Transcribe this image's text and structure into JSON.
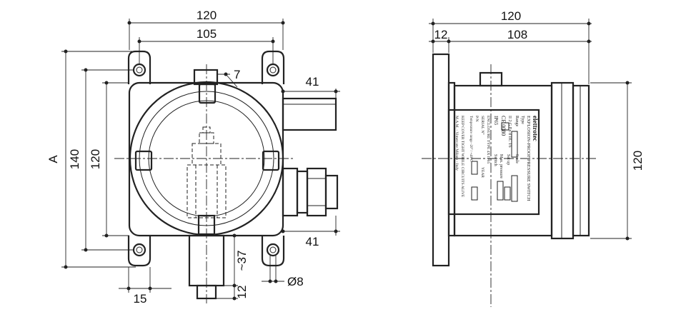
{
  "front_view": {
    "dim_overall_width": "120",
    "dim_hole_spacing": "105",
    "dim_height_label": "A",
    "dim_height_outer": "140",
    "dim_height_inner": "120",
    "dim_flange_offset": "7",
    "dim_top_gland_length": "41",
    "dim_bottom_gland_length": "41",
    "dim_stem_length": "~37",
    "dim_stem_end": "12",
    "dim_hole_diameter": "Ø8",
    "dim_foot_width": "15"
  },
  "side_view": {
    "dim_overall_width": "120",
    "dim_flange_thickness": "12",
    "dim_body_depth": "108",
    "dim_height": "120"
  },
  "nameplate": {
    "brand": "elettrotec",
    "title_line1": "EXPLOSION-PROOF PRESSURE SWITCH",
    "label_type": "Type",
    "label_range": "Range",
    "label_scale": "Scale",
    "label_set": "Set up",
    "label_max_pressure": "Max. pressure",
    "label_switch": "Switch",
    "label_enclosure": "ENCLOSURE TYPE 4X IP65",
    "label_serial": "SERIAL N°",
    "label_year": "YEAR",
    "label_pn": "P/N",
    "label_temp": "Temperature range -20° / +40°C",
    "cert": "II 2 G Ex d IIC T6",
    "ce_mark": "CE 0080",
    "ip_rating": "IP65",
    "footer1": "KEEP COVER TIGHT WHILE CIRCUITS ALIVE",
    "footer2": "M.A.M. - Vimercate Milano - Italy"
  }
}
